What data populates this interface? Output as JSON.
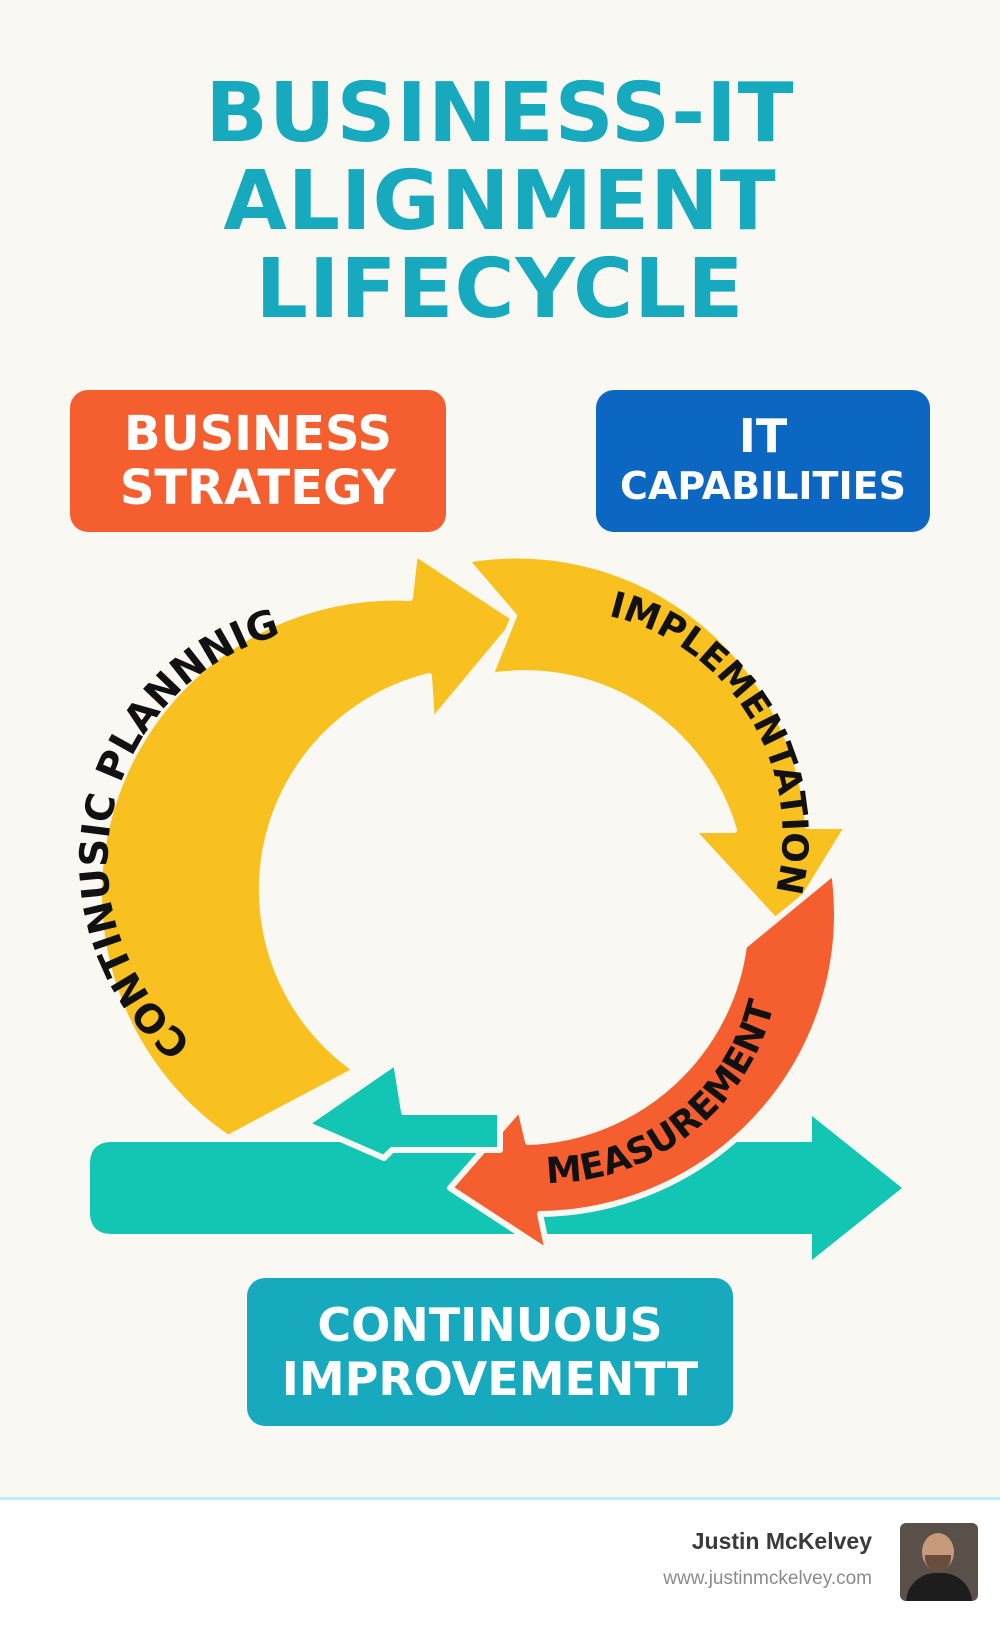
{
  "title": {
    "line1": "BUSINESS-IT",
    "line2": "ALIGNMENT",
    "line3": "LIFECYCLE"
  },
  "boxes": {
    "business_strategy": {
      "line1": "BUSINESS",
      "line2": "STRATEGY"
    },
    "it_capabilities": {
      "line1": "IT",
      "line2": "CAPABILITIES"
    },
    "continuous_improvement": {
      "line1": "CONTINUOUS",
      "line2": "IMPROVEMENTT"
    }
  },
  "cycle": {
    "planning_label": "CONTINUSIC PLANNNIG",
    "implementation_label": "IMPLEMENTATION",
    "measurement_label": "MEASUREMENT"
  },
  "colors": {
    "title": "#17a9be",
    "business_strategy": "#f55e2f",
    "it_capabilities": "#0b67c2",
    "continuous_improvement": "#17a9be",
    "arrow_yellow": "#f9c11f",
    "arrow_orange": "#f55e2f",
    "arrow_teal": "#12c6b3"
  },
  "footer": {
    "name": "Justin McKelvey",
    "url": "www.justinmckelvey.com"
  }
}
